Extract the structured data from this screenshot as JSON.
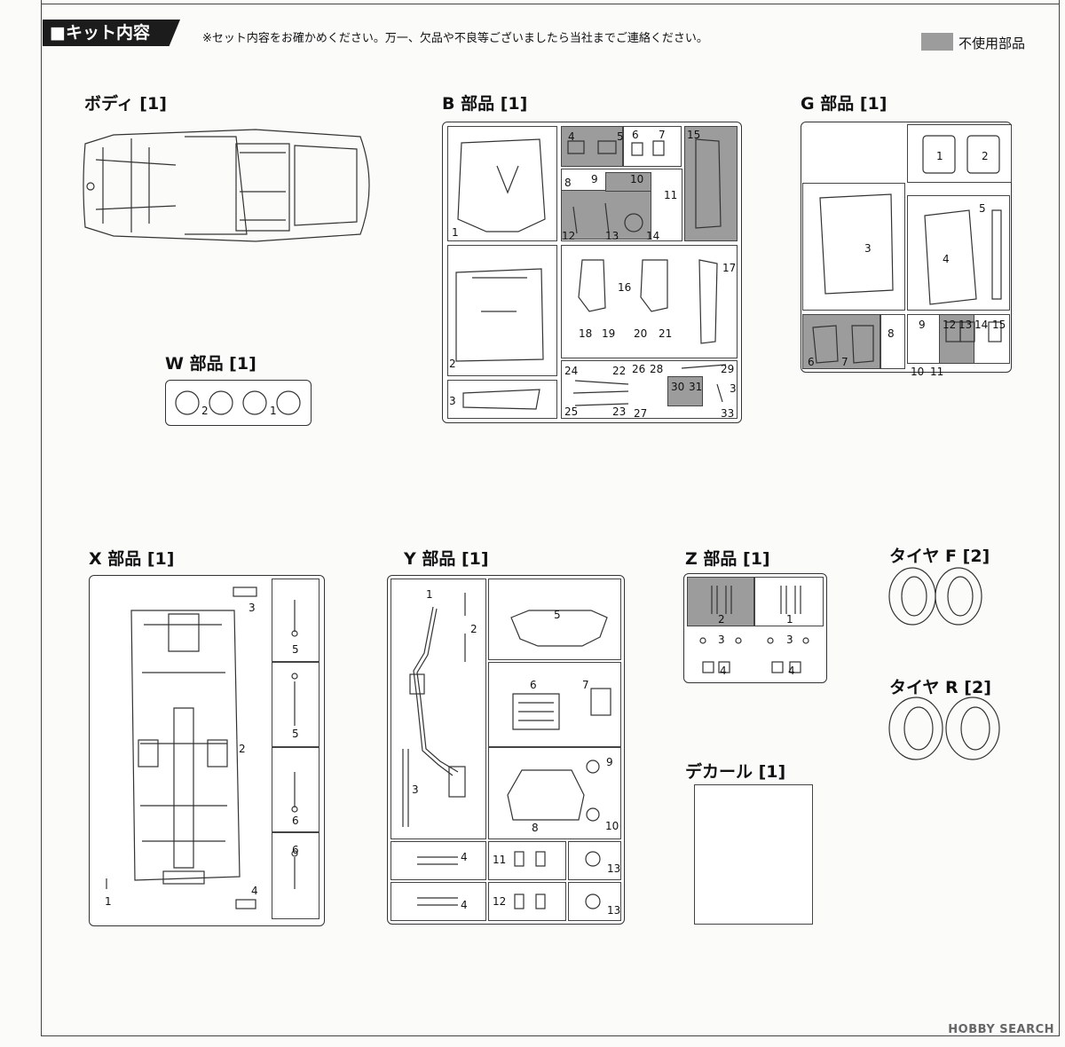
{
  "header": {
    "title": "■キット内容",
    "note": "※セット内容をお確かめください。万一、欠品や不良等ございましたら当社までご連絡ください。",
    "legend_label": "不使用部品",
    "legend_color": "#9c9c9c"
  },
  "parts": {
    "body": "ボディ [1]",
    "b": "B 部品 [1]",
    "g": "G 部品 [1]",
    "w": "W 部品 [1]",
    "x": "X 部品 [1]",
    "y": "Y 部品 [1]",
    "z": "Z 部品 [1]",
    "tire_f": "タイヤ F [2]",
    "tire_r": "タイヤ R [2]",
    "decal": "デカール [1]"
  },
  "b_numbers": [
    "1",
    "4",
    "5",
    "6",
    "7",
    "15",
    "8",
    "9",
    "10",
    "11",
    "12",
    "13",
    "14",
    "2",
    "16",
    "17",
    "18",
    "19",
    "20",
    "21",
    "24",
    "22",
    "26",
    "28",
    "29",
    "30",
    "31",
    "3",
    "25",
    "23",
    "27",
    "33",
    "3"
  ],
  "g_numbers": [
    "1",
    "2",
    "3",
    "4",
    "5",
    "6",
    "7",
    "8",
    "9",
    "12",
    "13",
    "14",
    "15",
    "10",
    "11"
  ],
  "w_numbers": [
    "2",
    "1"
  ],
  "x_numbers": [
    "3",
    "2",
    "5",
    "5",
    "6",
    "6",
    "1",
    "4"
  ],
  "y_numbers": [
    "1",
    "2",
    "5",
    "6",
    "7",
    "3",
    "9",
    "8",
    "10",
    "4",
    "11",
    "13",
    "4",
    "12",
    "13"
  ],
  "z_numbers": [
    "2",
    "1",
    "3",
    "3",
    "4",
    "4"
  ],
  "watermark": "HOBBY SEARCH"
}
